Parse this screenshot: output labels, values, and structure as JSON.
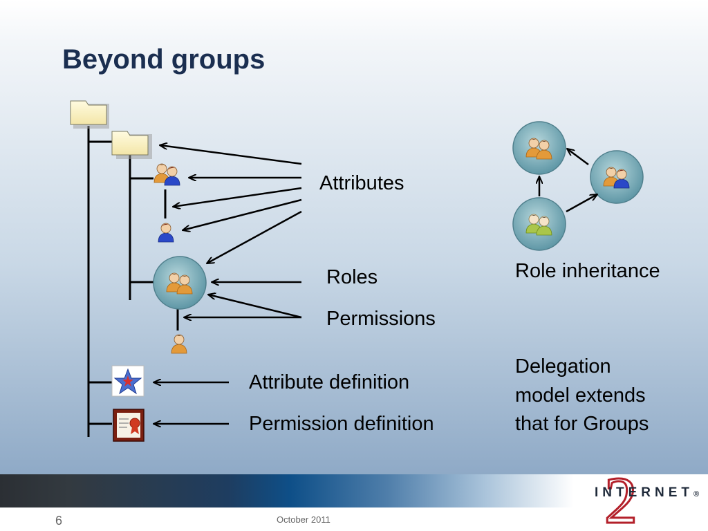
{
  "slide": {
    "title": "Beyond groups",
    "slide_number": "6",
    "footer_date": "October 2011"
  },
  "labels": {
    "attributes": "Attributes",
    "roles": "Roles",
    "permissions": "Permissions",
    "attribute_definition": "Attribute definition",
    "permission_definition": "Permission definition",
    "role_inheritance": "Role inheritance",
    "delegation_line1": "Delegation",
    "delegation_line2": "model extends",
    "delegation_line3": "that for Groups"
  },
  "logo": {
    "text": "INTERNET",
    "numeral": "2",
    "mark": "®"
  },
  "colors": {
    "title": "#1a2e50",
    "folder": "#fff6c8",
    "role_circle": "#6aa0ae",
    "orange_person": "#e09a35",
    "blue_person": "#2540c0",
    "green_person": "#a9c44a"
  }
}
